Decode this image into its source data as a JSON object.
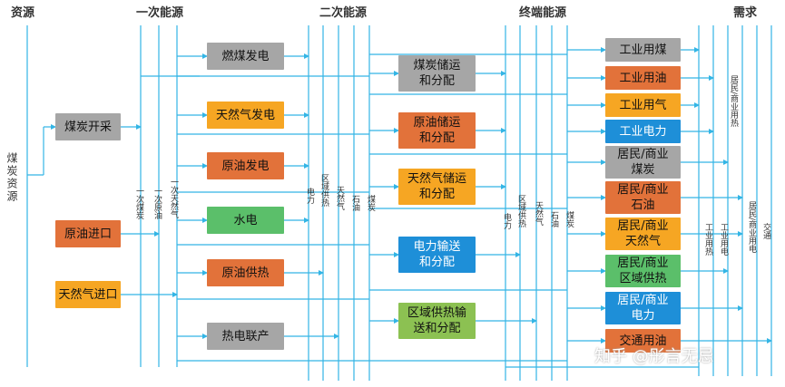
{
  "headers": {
    "resources": "资源",
    "primary": "一次能源",
    "secondary": "二次能源",
    "terminal": "终端能源",
    "demand": "需求"
  },
  "resource_label": "煤炭资源",
  "boxes": {
    "coal_mining": "煤炭开采",
    "oil_import": "原油进口",
    "gas_import": "天然气进口",
    "coal_power": "燃煤发电",
    "gas_power": "天然气发电",
    "oil_power": "原油发电",
    "hydro": "水电",
    "oil_heating": "原油供热",
    "chp": "热电联产",
    "coal_storage": "煤炭储运\n和分配",
    "oil_storage": "原油储运\n和分配",
    "gas_storage": "天然气储运\n和分配",
    "power_transmission": "电力输送\n和分配",
    "heat_transmission": "区域供热输\n送和分配",
    "ind_coal": "工业用煤",
    "ind_oil": "工业用油",
    "ind_gas": "工业用气",
    "ind_power": "工业电力",
    "res_coal": "居民/商业\n煤炭",
    "res_oil": "居民/商业\n石油",
    "res_gas": "居民/商业\n天然气",
    "res_heat": "居民/商业\n区域供热",
    "res_power": "居民/商业\n电力",
    "transport_oil": "交通用油"
  },
  "line_labels": {
    "p_coal": "一次煤炭",
    "p_oil": "一次原油",
    "p_gas": "一次天然气",
    "s_power": "电力",
    "s_heat": "区域供热",
    "s_gas": "天然气",
    "s_oil": "石油",
    "s_coal": "煤炭",
    "t_power": "电力",
    "t_heat": "区域供热",
    "t_gas": "天然气",
    "t_oil": "石油",
    "t_coal": "煤炭",
    "d_res_heat": "居民/商业用热",
    "d_ind_heat": "工业用热",
    "d_ind_power": "工业用电",
    "d_res_power": "居民/商业用电",
    "d_transport": "交通"
  },
  "watermark": "知乎 @彤言无忌",
  "colors": {
    "line": "#33b5e5",
    "gray": "#a6a6a6",
    "orange": "#f6a623",
    "red": "#e2723a",
    "green": "#5bbf6a",
    "blue": "#1e8fd8",
    "grass": "#8cc152"
  }
}
